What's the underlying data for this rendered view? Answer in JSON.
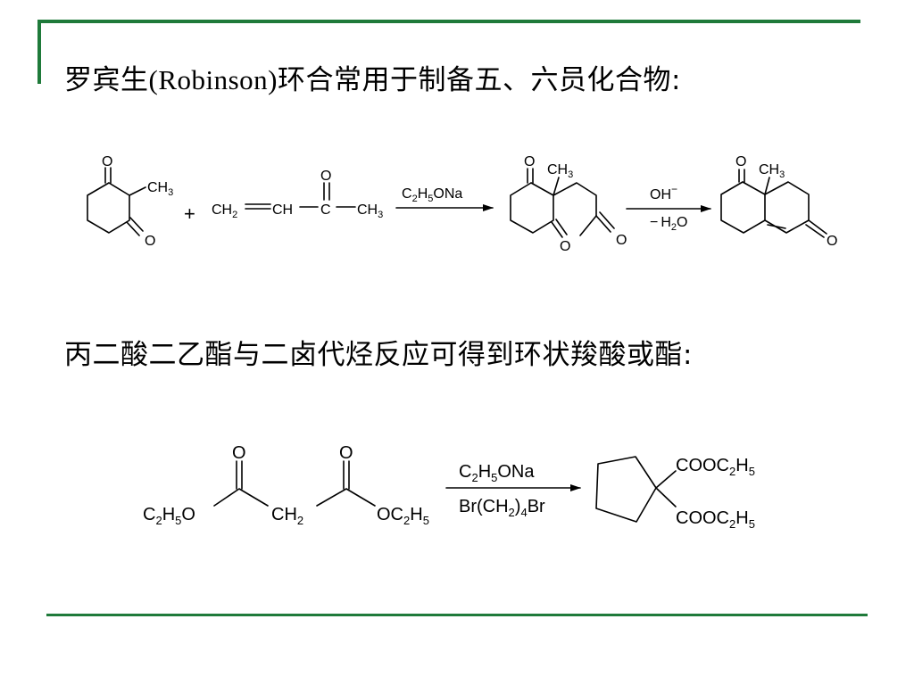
{
  "theme": {
    "accent": "#1f7a3a"
  },
  "slide": {
    "heading1_a": "罗宾生",
    "heading1_latin": "(Robinson)",
    "heading1_b": "环合常用于制备五、六员化合物",
    "heading1_colon": ":",
    "heading2_a": "丙二酸二乙酯与二卤代烃反应可得到环状羧酸或酯",
    "heading2_colon": ":"
  },
  "scheme1": {
    "o": "O",
    "ch3": "CH",
    "sub3": "3",
    "ch2": "CH",
    "sub2": "2",
    "ch": "CH",
    "c": "C",
    "plus": "+",
    "reagent1_c": "C",
    "reagent1_2": "2",
    "reagent1_h": "H",
    "reagent1_5": "5",
    "reagent1_ona": "ONa",
    "reagent2_oh": "OH",
    "reagent2_minus": "−",
    "reagent3_dash": "−",
    "reagent3_h": "H",
    "reagent3_2": "2",
    "reagent3_o": "O"
  },
  "scheme2": {
    "o": "O",
    "c": "C",
    "h": "H",
    "sub2": "2",
    "sub5": "5",
    "sub4": "4",
    "ch2": "CH",
    "oc": "OC",
    "reagent_ona": "ONa",
    "reagent_br_open": "Br(CH",
    "reagent_br_close": ")",
    "reagent_br_end": "Br",
    "cooc": "COOC"
  }
}
